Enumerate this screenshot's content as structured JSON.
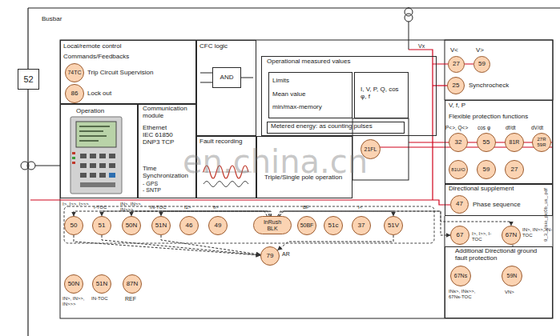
{
  "diagram": {
    "nodes": [
      {
        "text": [
          "52"
        ]
      },
      {
        "text": [
          "Local/remote control",
          "Commands/Feedbacks"
        ]
      },
      {
        "text": [
          "74TC",
          "Trip Circuit Supervision"
        ],
        "in": 1
      },
      {
        "text": [
          "86",
          "Lock out"
        ],
        "in": 1
      },
      {
        "text": [
          "CFC logic"
        ]
      },
      {
        "text": [
          "AND"
        ],
        "in": 4
      },
      {
        "text": [
          "Operational measured values"
        ]
      },
      {
        "text": [
          "Limits",
          "Mean value",
          "min/max-memory"
        ],
        "in": 6
      },
      {
        "text": [
          "I, V, P, Q, cos φ, f"
        ],
        "in": 6
      },
      {
        "text": [
          "Metered energy: as counting pulses"
        ],
        "in": 6
      },
      {
        "text": [
          "27"
        ]
      },
      {
        "text": [
          "59"
        ]
      },
      {
        "text": [
          "25",
          "Synchrocheck"
        ]
      },
      {
        "text": [
          "Operation"
        ]
      },
      {
        "text": [
          "Communication module",
          "Ethernet",
          "IEC 61850",
          "DNP3 TCP",
          "Time Synchronization",
          "- GPS",
          "- SNTP"
        ]
      },
      {
        "text": [
          "Fault recording"
        ]
      },
      {
        "text": [
          "Triple/Single pole operation"
        ]
      },
      {
        "text": [
          "21FL"
        ]
      },
      {
        "text": [
          "V, f, P",
          "Flexible protection functions"
        ]
      },
      {
        "text": [
          "32"
        ],
        "in": 18
      },
      {
        "text": [
          "55"
        ],
        "in": 18
      },
      {
        "text": [
          "81R"
        ],
        "in": 18
      },
      {
        "text": [
          "27R 59R"
        ],
        "in": 18
      },
      {
        "text": [
          "81U/O"
        ],
        "in": 18
      },
      {
        "text": [
          "59"
        ],
        "in": 18
      },
      {
        "text": [
          "27"
        ],
        "in": 18
      },
      {
        "text": [
          "Directional supplement"
        ]
      },
      {
        "text": [
          "47",
          "Phase sequence"
        ],
        "in": 26
      },
      {
        "text": [
          "50"
        ]
      },
      {
        "text": [
          "51"
        ]
      },
      {
        "text": [
          "50N"
        ]
      },
      {
        "text": [
          "51N"
        ]
      },
      {
        "text": [
          "46"
        ]
      },
      {
        "text": [
          "49"
        ]
      },
      {
        "text": [
          "InRush BLK"
        ]
      },
      {
        "text": [
          "50BF"
        ]
      },
      {
        "text": [
          "51c"
        ]
      },
      {
        "text": [
          "37"
        ]
      },
      {
        "text": [
          "51V"
        ]
      },
      {
        "text": [
          "67"
        ]
      },
      {
        "text": [
          "67N"
        ]
      },
      {
        "text": [
          "79"
        ]
      },
      {
        "text": [
          "50N"
        ]
      },
      {
        "text": [
          "51N"
        ]
      },
      {
        "text": [
          "87N"
        ]
      },
      {
        "text": [
          "Additional Directional ground fault protection"
        ]
      },
      {
        "text": [
          "67Ns"
        ],
        "in": 45
      },
      {
        "text": [
          "59N"
        ],
        "in": 45
      }
    ],
    "edges": [
      {
        "from": 34,
        "to": 28,
        "arrow": "to"
      },
      {
        "from": 34,
        "to": 29,
        "arrow": "to"
      },
      {
        "from": 34,
        "to": 30,
        "arrow": "to"
      },
      {
        "from": 34,
        "to": 31,
        "arrow": "to"
      },
      {
        "from": 34,
        "to": 38,
        "arrow": "to"
      },
      {
        "from": 34,
        "to": 39,
        "arrow": "to"
      },
      {
        "from": 34,
        "to": 40,
        "arrow": "to"
      },
      {
        "from": 28,
        "to": 41,
        "arrow": "to"
      },
      {
        "from": 29,
        "to": 41,
        "arrow": "to"
      },
      {
        "from": 31,
        "to": 41,
        "arrow": "to"
      },
      {
        "from": 38,
        "to": 41,
        "arrow": "to"
      }
    ],
    "labels": [
      "Busbar",
      "Vx",
      "V<",
      "V>",
      "P<>, Q<>",
      "cos φ",
      "df/dt",
      "dV/dt",
      "I>, I>>, I>>>",
      "I-TOC",
      "IN>, IN>>, IN>>>",
      "IN-TOC",
      "I2>",
      "θ>",
      "BF",
      "I<",
      "I>, I>>, I-TOC",
      "IN>, IN>>, IN-TOC",
      "AR",
      "IN>, IN>>, IN>>>",
      "IN-TOC",
      "REF",
      "INs>, INs>>, 67Ns-TOC",
      "VN>",
      "en.china.cn",
      "9_3_Visio_pic0b_us_.pdf"
    ]
  }
}
